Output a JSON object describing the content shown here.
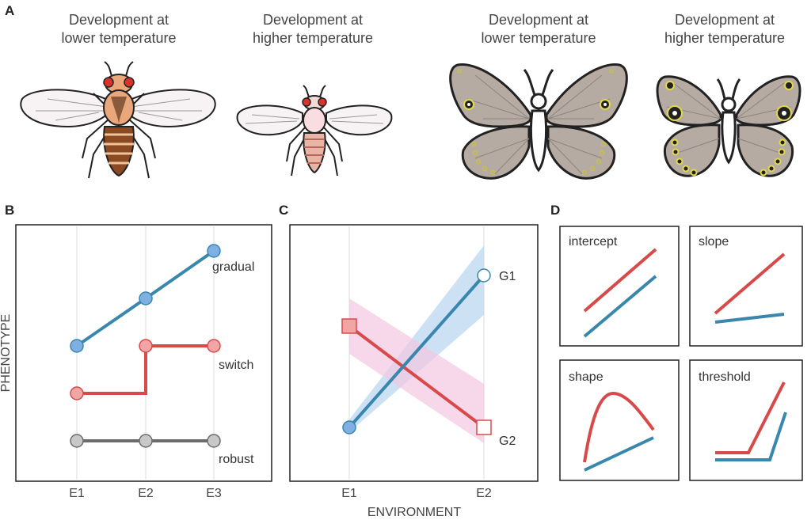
{
  "panels": {
    "a": {
      "letter": "A",
      "captions": [
        {
          "line1": "Development at",
          "line2": "lower temperature"
        },
        {
          "line1": "Development at",
          "line2": "higher temperature"
        },
        {
          "line1": "Development at",
          "line2": "lower temperature"
        },
        {
          "line1": "Development at",
          "line2": "higher temperature"
        }
      ]
    },
    "b": {
      "letter": "B"
    },
    "c": {
      "letter": "C"
    },
    "d": {
      "letter": "D"
    }
  },
  "axes": {
    "y_label": "PHENOTYPE",
    "x_label": "ENVIRONMENT"
  },
  "colors": {
    "blue": "#3a87ad",
    "red": "#d84a4a",
    "grey": "#6b6b6b",
    "blue_marker": "#7fb0e3",
    "red_marker": "#f2a5a5",
    "grey_marker": "#c8c8c8",
    "blue_band": "#bcd7f2",
    "pink_band": "#f3c7e3",
    "wing_grey": "#b5aba3"
  },
  "chart_data": [
    {
      "type": "line",
      "panel": "B",
      "categories": [
        "E1",
        "E2",
        "E3"
      ],
      "ylabel": "PHENOTYPE",
      "series": [
        {
          "name": "gradual",
          "values": [
            3,
            4,
            5
          ]
        },
        {
          "name": "switch",
          "values": [
            2,
            3,
            3
          ]
        },
        {
          "name": "robust",
          "values": [
            1,
            1,
            1
          ]
        }
      ]
    },
    {
      "type": "line",
      "panel": "C",
      "categories": [
        "E1",
        "E2"
      ],
      "xlabel": "ENVIRONMENT",
      "series": [
        {
          "name": "G1",
          "values": [
            1,
            4
          ]
        },
        {
          "name": "G2",
          "values": [
            3,
            1
          ]
        }
      ]
    },
    {
      "type": "line",
      "panel": "D",
      "subplots": [
        {
          "title": "intercept"
        },
        {
          "title": "slope"
        },
        {
          "title": "shape"
        },
        {
          "title": "threshold"
        }
      ]
    }
  ]
}
